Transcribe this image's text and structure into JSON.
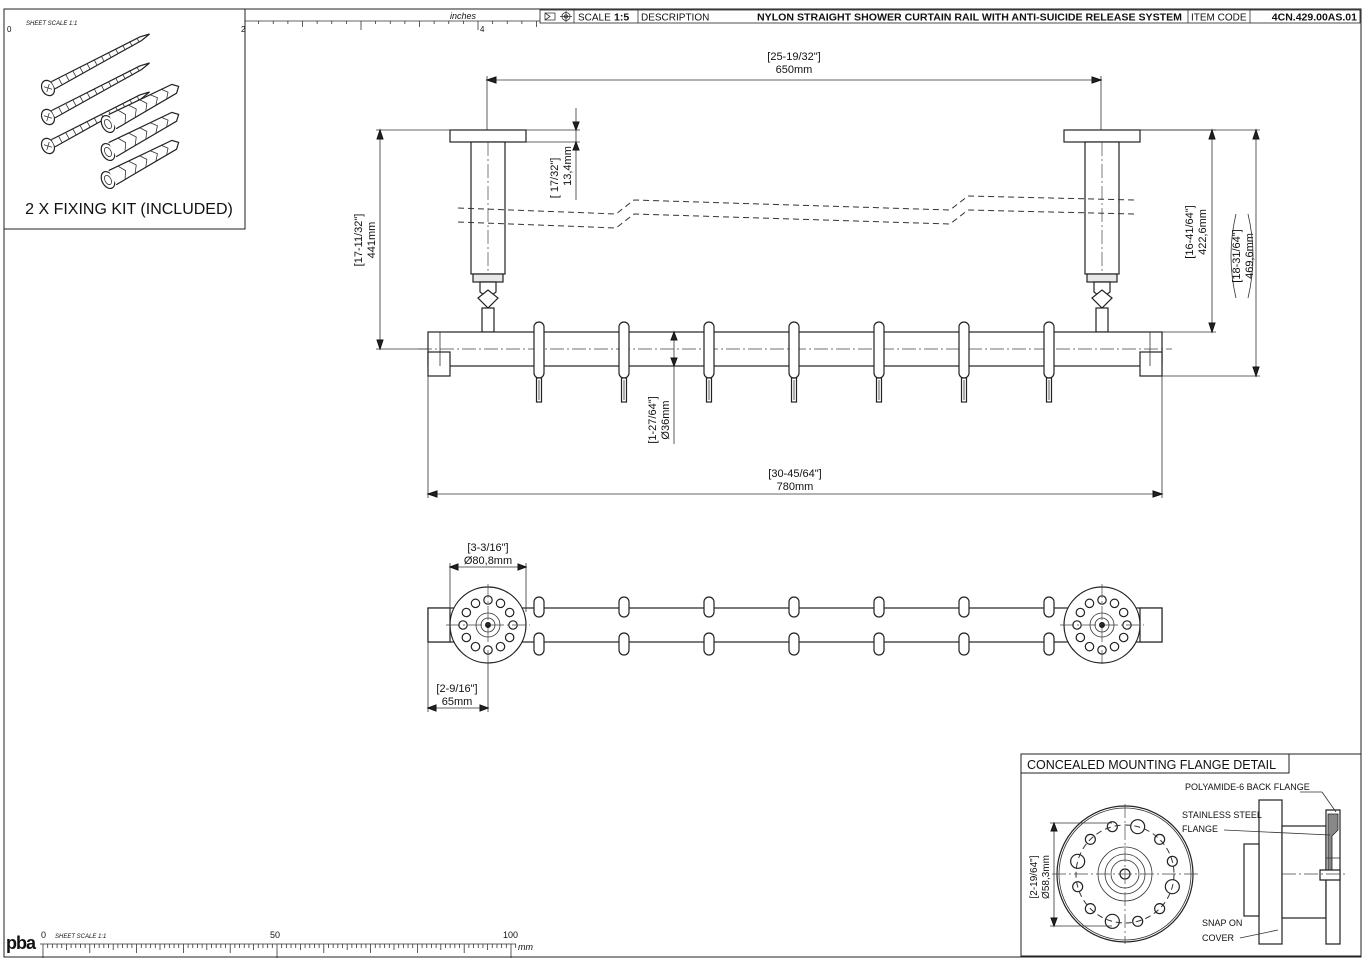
{
  "title_block": {
    "scale_label": "SCALE",
    "scale_value": "1:5",
    "description_label": "DESCRIPTION",
    "description": "NYLON STRAIGHT SHOWER CURTAIN RAIL WITH ANTI-SUICIDE RELEASE SYSTEM",
    "item_code_label": "ITEM CODE",
    "item_code": "4CN.429.00AS.01"
  },
  "top_ruler": {
    "sheet_scale": "SHEET SCALE 1:1",
    "unit": "inches",
    "tick_labels": [
      "0",
      "2",
      "4"
    ]
  },
  "bottom_ruler": {
    "sheet_scale": "SHEET SCALE 1:1",
    "unit": "mm",
    "tick_labels": [
      "0",
      "50",
      "100"
    ]
  },
  "logo": "pba",
  "fixing_kit": {
    "label": "2 X FIXING KIT (INCLUDED)"
  },
  "dimensions": {
    "rail_width_in": "[25-19/32\"]",
    "rail_width_mm": "650mm",
    "flange_thick_in": "[ 17/32\"]",
    "flange_thick_mm": "13,4mm",
    "overall_height_in": "[17-11/32\"]",
    "overall_height_mm": "441mm",
    "post_height_in": "[16-41/64\"]",
    "post_height_mm": "422,6mm",
    "total_height_in": "[18-31/64\"]",
    "total_height_mm": "469,6mm",
    "tube_dia_in": "[1-27/64\"]",
    "tube_dia_mm": "Ø36mm",
    "overall_len_in": "[30-45/64\"]",
    "overall_len_mm": "780mm",
    "flange_dia_in": "[3-3/16\"]",
    "flange_dia_mm": "Ø80,8mm",
    "offset_in": "[2-9/16\"]",
    "offset_mm": "65mm",
    "detail_dia_in": "[2-19/64\"]",
    "detail_dia_mm": "Ø58,3mm"
  },
  "detail": {
    "title": "CONCEALED MOUNTING FLANGE DETAIL",
    "label_back_flange": "POLYAMIDE-6 BACK FLANGE",
    "label_steel_1": "STAINLESS STEEL",
    "label_steel_2": "FLANGE",
    "label_cover_1": "SNAP ON",
    "label_cover_2": "COVER"
  }
}
